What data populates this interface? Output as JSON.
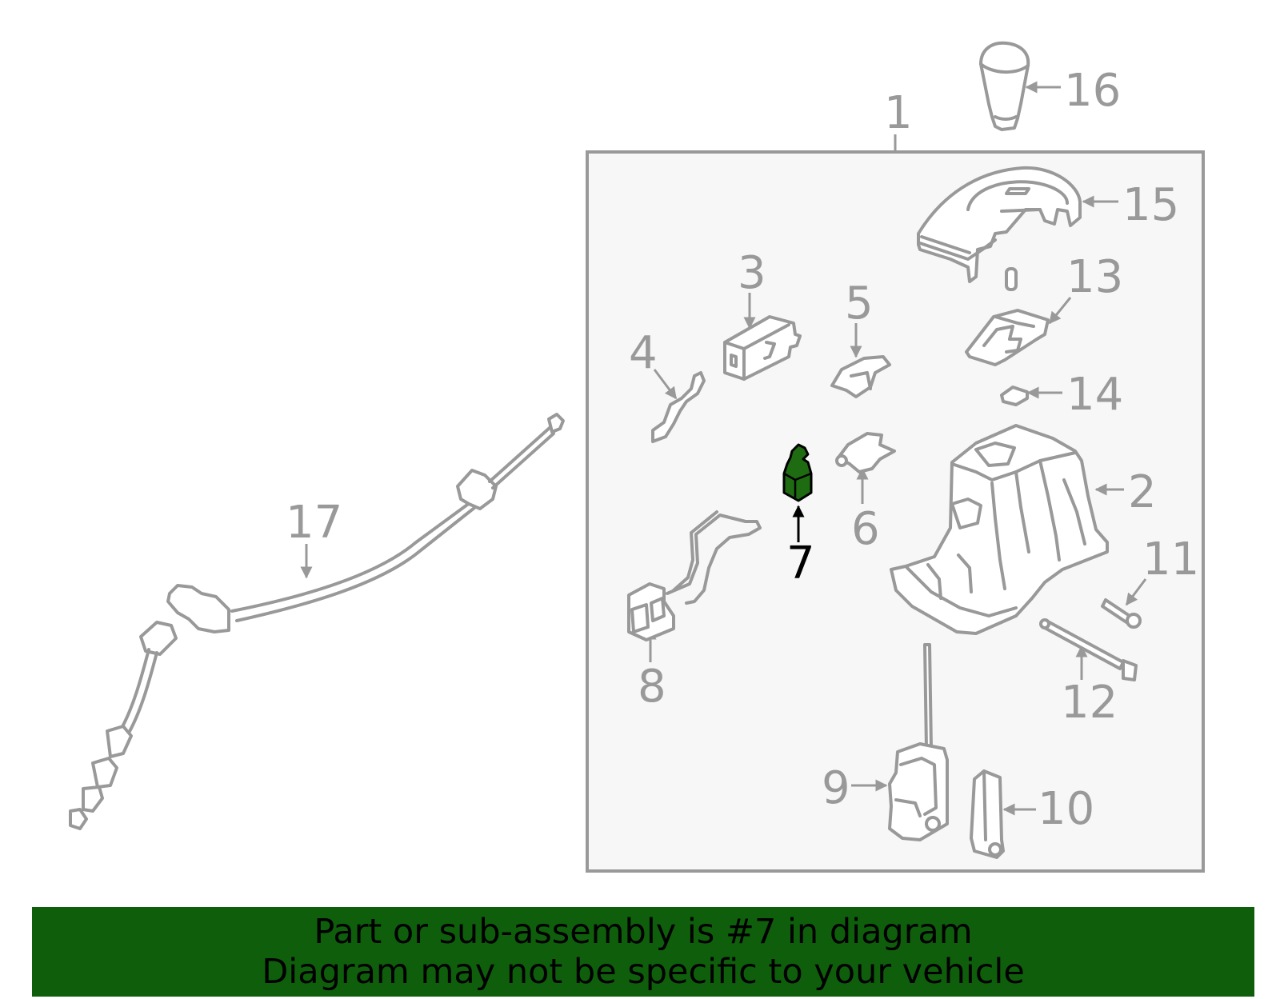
{
  "diagram": {
    "callouts": [
      "1",
      "2",
      "3",
      "4",
      "5",
      "6",
      "7",
      "8",
      "9",
      "10",
      "11",
      "12",
      "13",
      "14",
      "15",
      "16",
      "17"
    ],
    "highlighted_part": "7",
    "colors": {
      "highlight_fill": "#1e6b12",
      "banner_background": "#0f5e0c",
      "line_gray": "#999999",
      "box_fill": "#f7f7f7"
    }
  },
  "banner": {
    "line1": "Part or sub-assembly is #7 in diagram",
    "line2": "Diagram may not be specific to your vehicle"
  }
}
